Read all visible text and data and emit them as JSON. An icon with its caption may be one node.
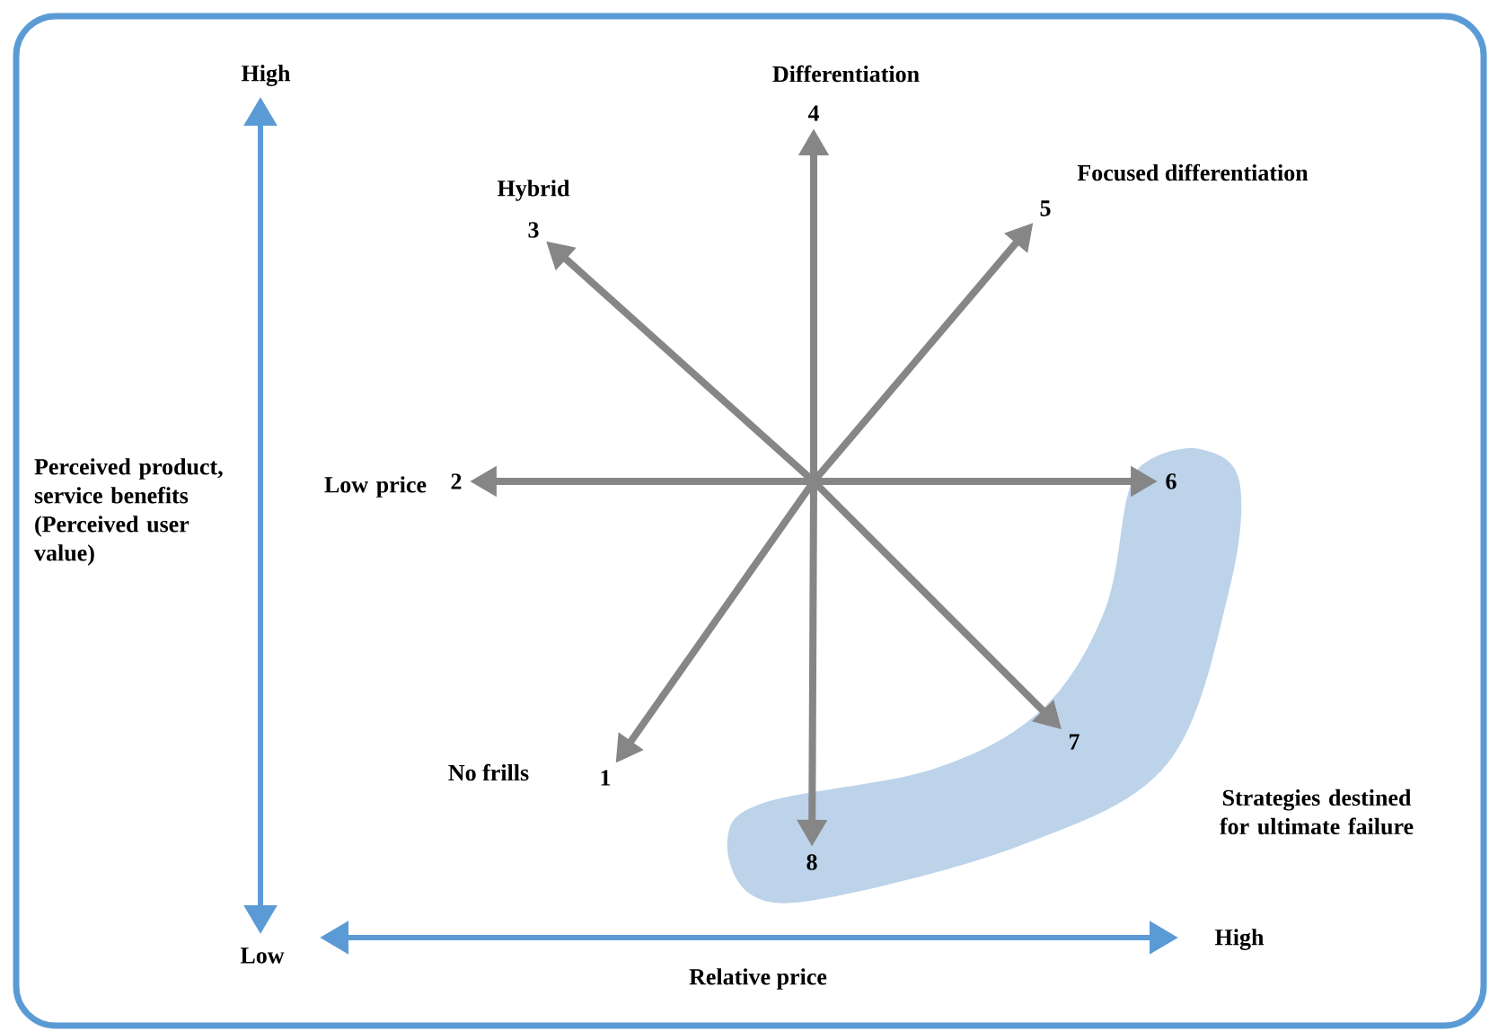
{
  "diagram": {
    "nodes": [
      {
        "text": [
          "No frills",
          "1"
        ]
      },
      {
        "text": [
          "Low price",
          "2"
        ]
      },
      {
        "text": [
          "Hybrid",
          "3"
        ]
      },
      {
        "text": [
          "Differentiation",
          "4"
        ]
      },
      {
        "text": [
          "Focused differentiation",
          "5"
        ]
      },
      {
        "text": [
          "6"
        ]
      },
      {
        "text": [
          "7"
        ]
      },
      {
        "text": [
          "8"
        ]
      }
    ],
    "edges": [
      {
        "from": null,
        "to": 0,
        "arrow": "to"
      },
      {
        "from": null,
        "to": 1,
        "arrow": "to"
      },
      {
        "from": null,
        "to": 2,
        "arrow": "to"
      },
      {
        "from": null,
        "to": 3,
        "arrow": "to"
      },
      {
        "from": null,
        "to": 4,
        "arrow": "to"
      },
      {
        "from": null,
        "to": 5,
        "arrow": "to"
      },
      {
        "from": null,
        "to": 6,
        "arrow": "to"
      },
      {
        "from": null,
        "to": 7,
        "arrow": "to"
      }
    ],
    "labels": [
      "High",
      "Perceived product, service benefits (Perceived user value)",
      "Low",
      "High",
      "Relative price",
      "Strategies destined for ultimate failure"
    ]
  }
}
